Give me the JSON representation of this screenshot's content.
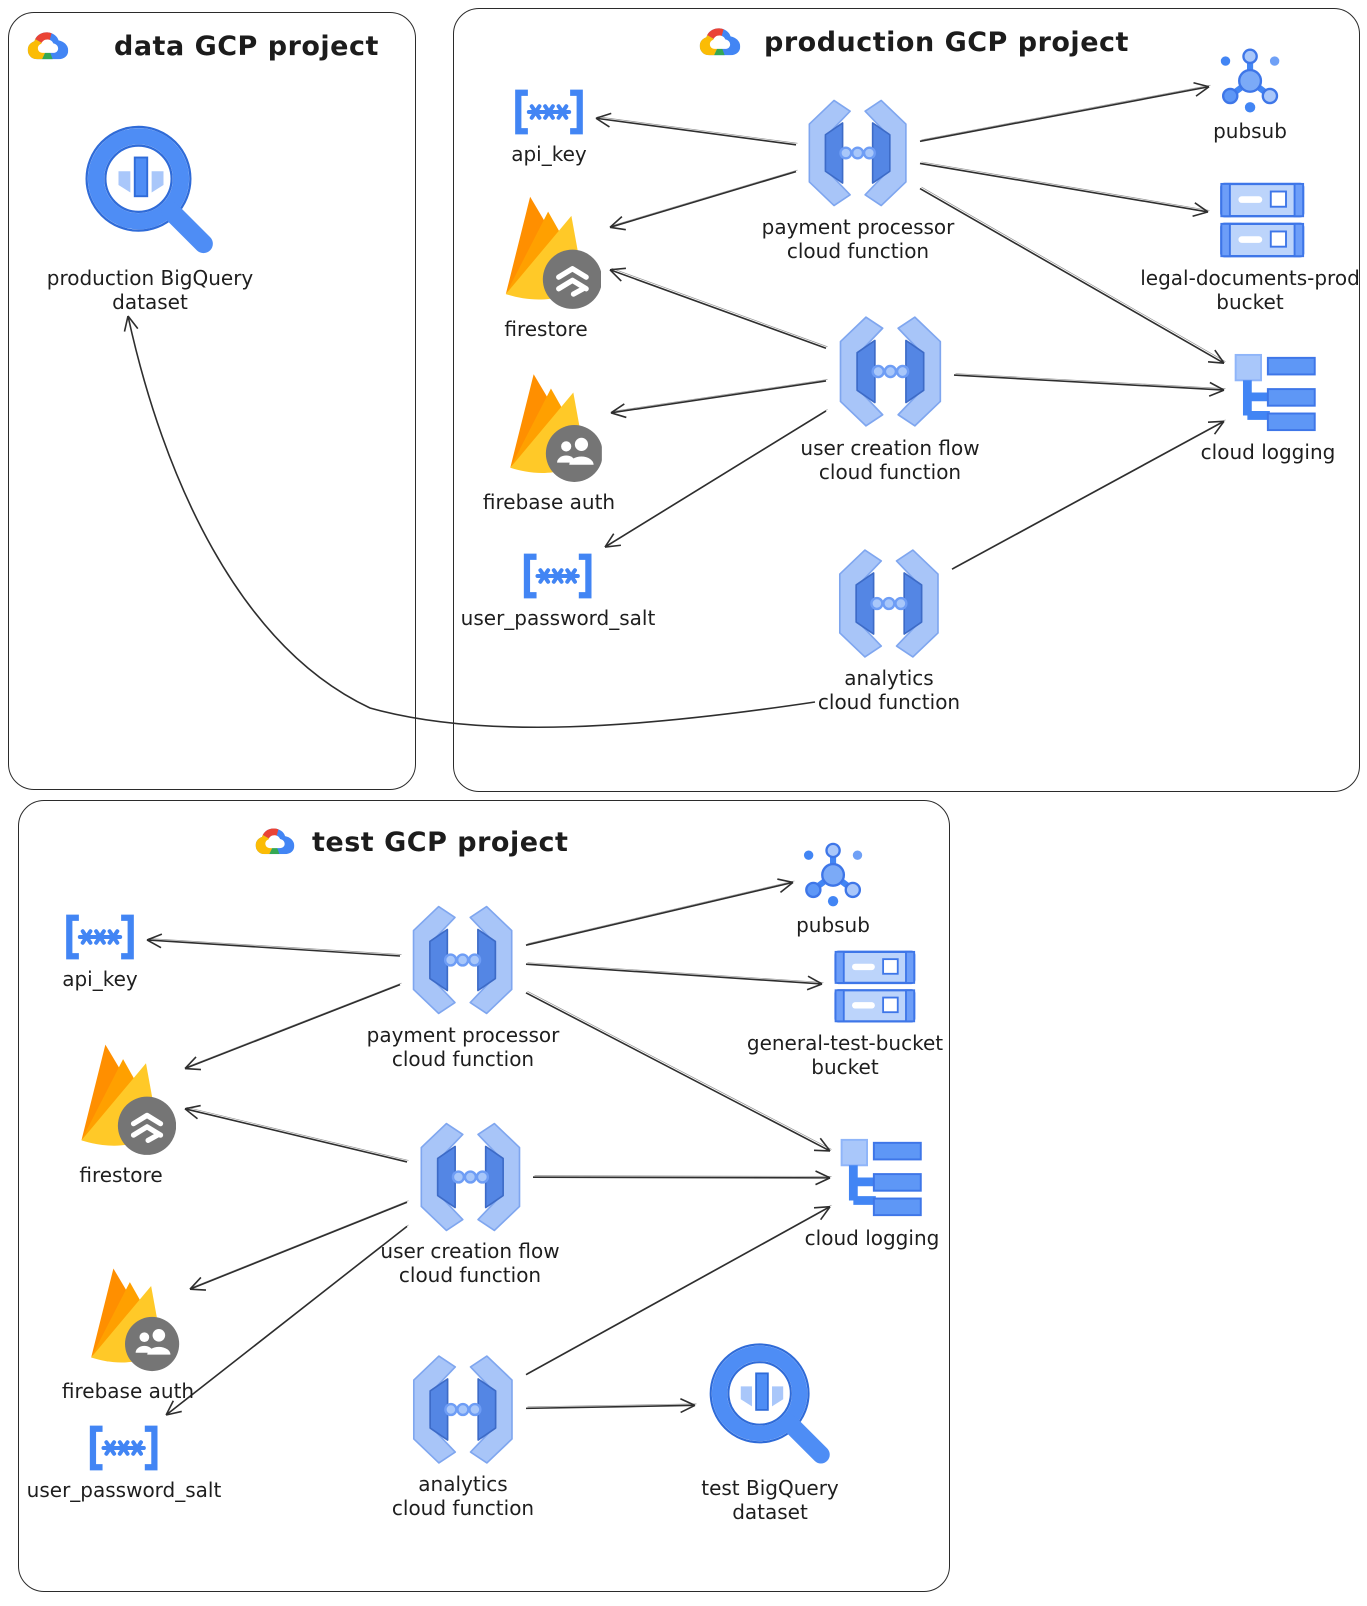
{
  "projects": {
    "data": {
      "title": "data GCP project",
      "logo_icon": "gcp-logo"
    },
    "production": {
      "title": "production GCP project",
      "logo_icon": "gcp-logo"
    },
    "test": {
      "title": "test GCP project",
      "logo_icon": "gcp-logo"
    }
  },
  "nodes": {
    "bq_data": {
      "label": "production BigQuery\ndataset",
      "icon": "bigquery",
      "project": "data"
    },
    "api_key_prod": {
      "label": "api_key",
      "icon": "secret-key",
      "project": "production"
    },
    "firestore_prod": {
      "label": "firestore",
      "icon": "firestore",
      "project": "production"
    },
    "firebase_auth_prod": {
      "label": "firebase auth",
      "icon": "firebase-auth",
      "project": "production"
    },
    "ups_prod": {
      "label": "user_password_salt",
      "icon": "secret-key",
      "project": "production"
    },
    "payment_cf_prod": {
      "label": "payment processor\ncloud function",
      "icon": "cloud-function",
      "project": "production"
    },
    "user_cf_prod": {
      "label": "user creation flow\ncloud function",
      "icon": "cloud-function",
      "project": "production"
    },
    "analytics_cf_prod": {
      "label": "analytics\ncloud function",
      "icon": "cloud-function",
      "project": "production"
    },
    "pubsub_prod": {
      "label": "pubsub",
      "icon": "pubsub",
      "project": "production"
    },
    "bucket_prod": {
      "label": "legal-documents-prod\nbucket",
      "icon": "storage-bucket",
      "project": "production"
    },
    "logging_prod": {
      "label": "cloud logging",
      "icon": "cloud-logging",
      "project": "production"
    },
    "api_key_test": {
      "label": "api_key",
      "icon": "secret-key",
      "project": "test"
    },
    "firestore_test": {
      "label": "firestore",
      "icon": "firestore",
      "project": "test"
    },
    "firebase_auth_test": {
      "label": "firebase auth",
      "icon": "firebase-auth",
      "project": "test"
    },
    "ups_test": {
      "label": "user_password_salt",
      "icon": "secret-key",
      "project": "test"
    },
    "payment_cf_test": {
      "label": "payment processor\ncloud function",
      "icon": "cloud-function",
      "project": "test"
    },
    "user_cf_test": {
      "label": "user creation flow\ncloud function",
      "icon": "cloud-function",
      "project": "test"
    },
    "analytics_cf_test": {
      "label": "analytics\ncloud function",
      "icon": "cloud-function",
      "project": "test"
    },
    "pubsub_test": {
      "label": "pubsub",
      "icon": "pubsub",
      "project": "test"
    },
    "bucket_test": {
      "label": "general-test-bucket\nbucket",
      "icon": "storage-bucket",
      "project": "test"
    },
    "logging_test": {
      "label": "cloud logging",
      "icon": "cloud-logging",
      "project": "test"
    },
    "bq_test": {
      "label": "test BigQuery\ndataset",
      "icon": "bigquery",
      "project": "test"
    }
  },
  "edges": [
    {
      "from": "payment_cf_prod",
      "to": "api_key_prod"
    },
    {
      "from": "payment_cf_prod",
      "to": "firestore_prod"
    },
    {
      "from": "payment_cf_prod",
      "to": "pubsub_prod"
    },
    {
      "from": "payment_cf_prod",
      "to": "bucket_prod"
    },
    {
      "from": "payment_cf_prod",
      "to": "logging_prod"
    },
    {
      "from": "user_cf_prod",
      "to": "firestore_prod"
    },
    {
      "from": "user_cf_prod",
      "to": "firebase_auth_prod"
    },
    {
      "from": "user_cf_prod",
      "to": "ups_prod"
    },
    {
      "from": "user_cf_prod",
      "to": "logging_prod"
    },
    {
      "from": "analytics_cf_prod",
      "to": "logging_prod"
    },
    {
      "from": "analytics_cf_prod",
      "to": "bq_data",
      "style": "curved"
    },
    {
      "from": "payment_cf_test",
      "to": "api_key_test"
    },
    {
      "from": "payment_cf_test",
      "to": "firestore_test"
    },
    {
      "from": "payment_cf_test",
      "to": "pubsub_test"
    },
    {
      "from": "payment_cf_test",
      "to": "bucket_test"
    },
    {
      "from": "payment_cf_test",
      "to": "logging_test"
    },
    {
      "from": "user_cf_test",
      "to": "firestore_test"
    },
    {
      "from": "user_cf_test",
      "to": "firebase_auth_test"
    },
    {
      "from": "user_cf_test",
      "to": "ups_test"
    },
    {
      "from": "user_cf_test",
      "to": "logging_test"
    },
    {
      "from": "analytics_cf_test",
      "to": "logging_test"
    },
    {
      "from": "analytics_cf_test",
      "to": "bq_test"
    }
  ],
  "palette": {
    "arrow": "#2e2e2e",
    "box_border": "#2b2b2b",
    "blue_primary": "#4285F4",
    "blue_mid": "#5E97F6",
    "blue_light": "#A8C7FA",
    "firebase_deep": "#FF8F00",
    "firebase_orange": "#FFA000",
    "firebase_yellow": "#FFC928",
    "badge_grey": "#757575",
    "gcp_red": "#EA4335",
    "gcp_blue": "#4285F4",
    "gcp_green": "#34A853",
    "gcp_yellow": "#FBBC05"
  }
}
